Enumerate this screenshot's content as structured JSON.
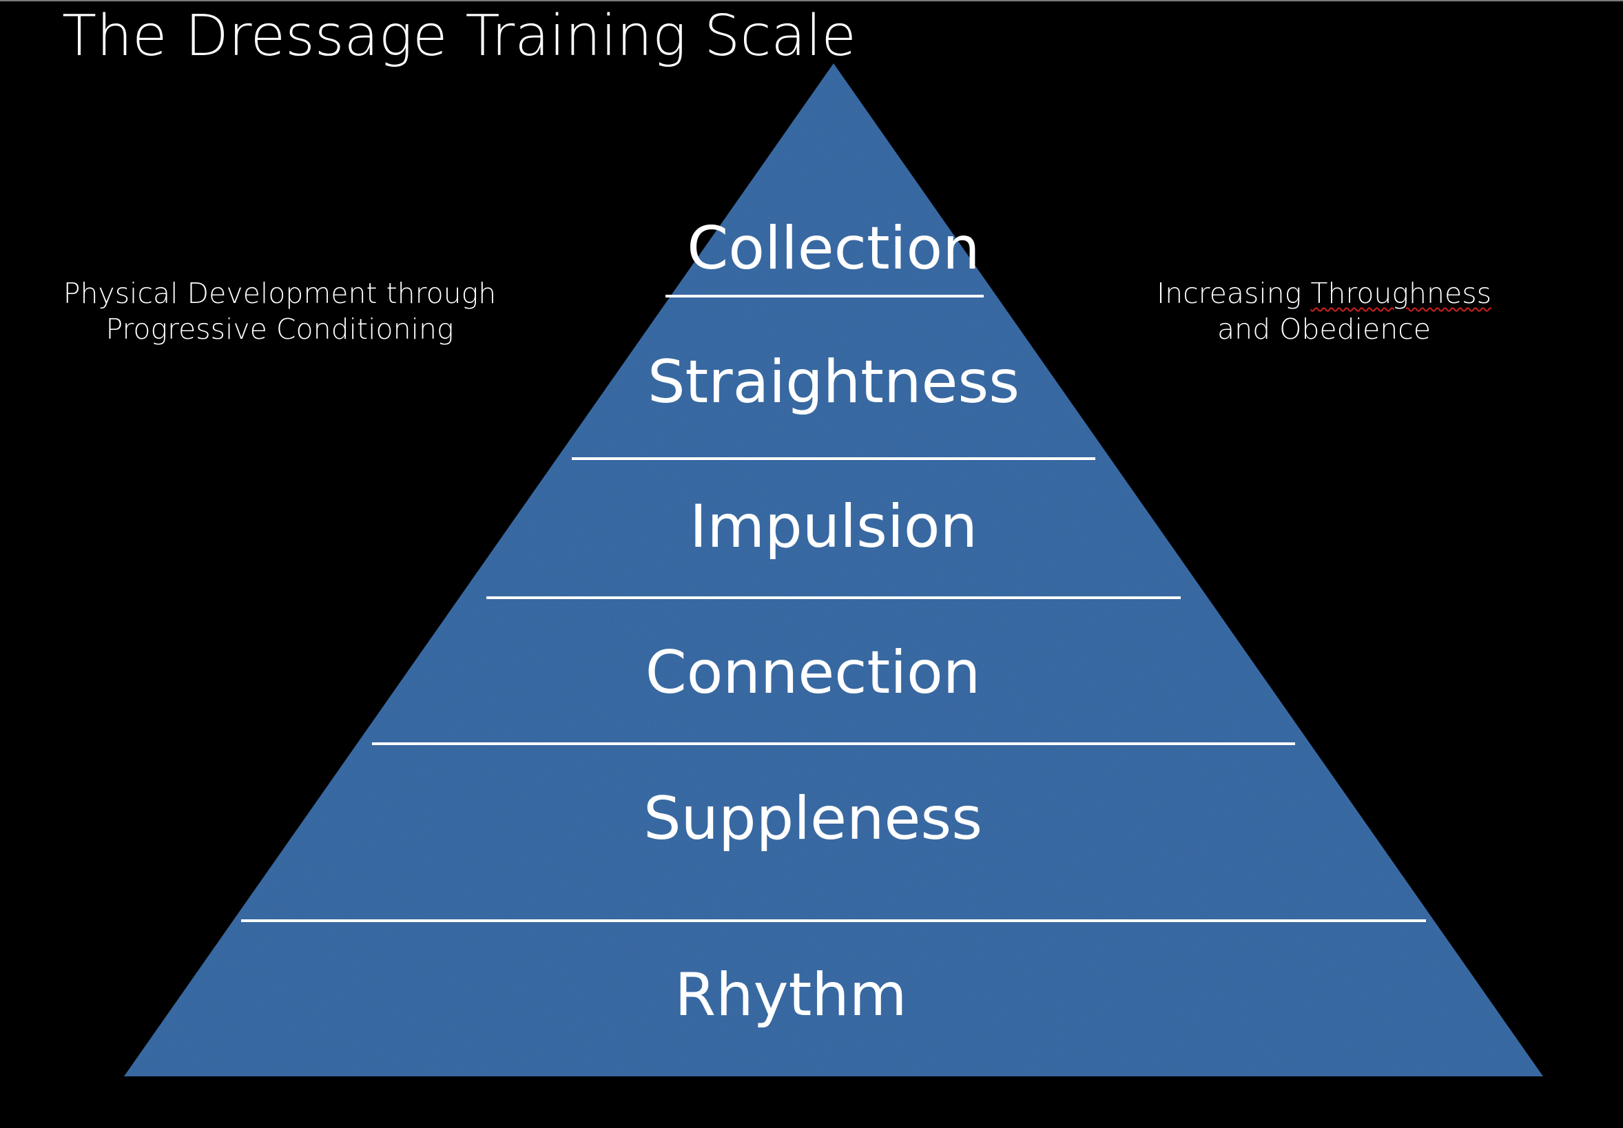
{
  "title": "The Dressage Training Scale",
  "left_note": {
    "line1": "Physical Development through",
    "line2": "Progressive Conditioning"
  },
  "right_note": {
    "line1_prefix": "Increasing ",
    "line1_flagged": "Throughness",
    "line2": "and Obedience"
  },
  "pyramid": {
    "fill_color": "#2f619c",
    "divider_color": "#ffffff",
    "levels_top_to_bottom": [
      "Collection",
      "Straightness",
      "Impulsion",
      "Connection",
      "Suppleness",
      "Rhythm"
    ]
  }
}
